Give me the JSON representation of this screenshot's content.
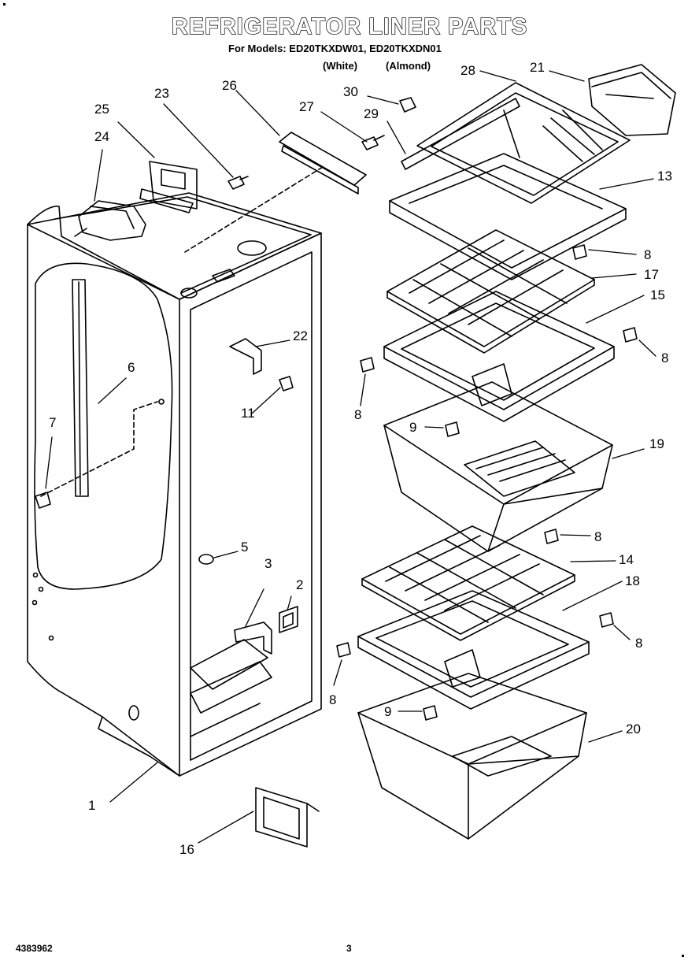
{
  "header": {
    "title": "REFRIGERATOR LINER PARTS",
    "subtitle": "For Models: ED20TKXDW01, ED20TKXDN01",
    "colors": [
      "(White)",
      "(Almond)"
    ]
  },
  "callouts": [
    "1",
    "2",
    "3",
    "5",
    "6",
    "7",
    "8",
    "9",
    "11",
    "13",
    "14",
    "15",
    "16",
    "17",
    "18",
    "19",
    "20",
    "21",
    "22",
    "23",
    "24",
    "25",
    "26",
    "27",
    "28",
    "29",
    "30"
  ],
  "callout_8_repeats": 6,
  "callout_9_repeats": 2,
  "footer": {
    "doc_number": "4383962",
    "page_number": "3"
  }
}
